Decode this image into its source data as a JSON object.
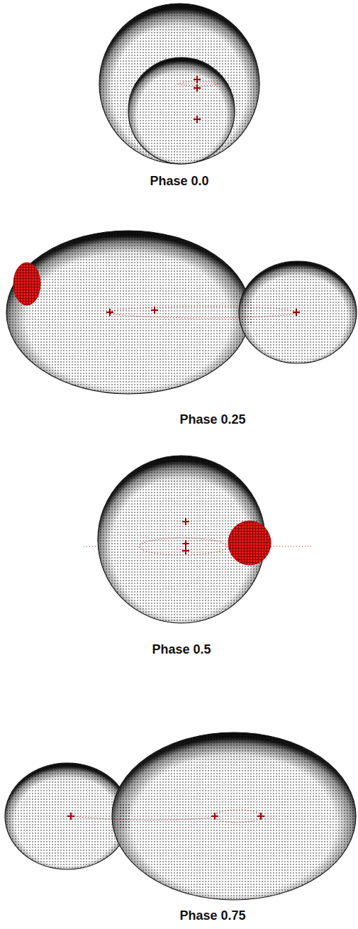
{
  "diagram": {
    "labels": [
      "Phase 0.0",
      "Phase 0.25",
      "Phase 0.5",
      "Phase 0.75"
    ]
  }
}
